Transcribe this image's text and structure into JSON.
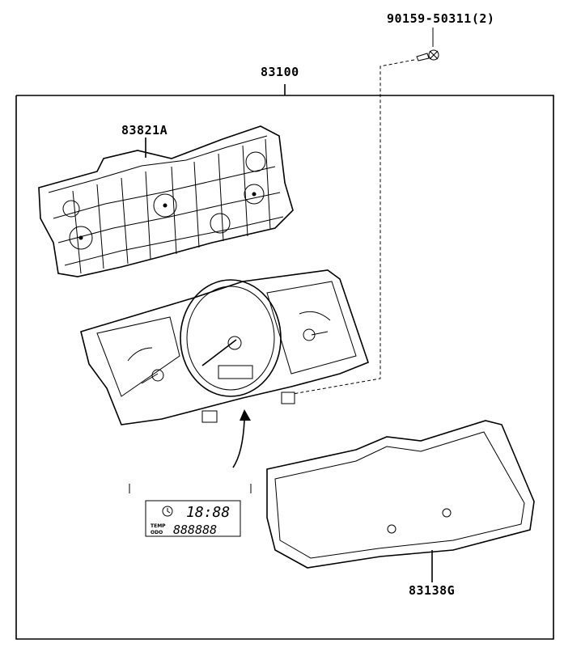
{
  "parts": {
    "screw": "90159-50311(2)",
    "assembly": "83100",
    "housing": "83821A",
    "lens": "83138G"
  },
  "display_inset": {
    "clock": "18:88",
    "odometer": "888888",
    "label_top": "TEMP",
    "label_bottom": "ODO"
  }
}
